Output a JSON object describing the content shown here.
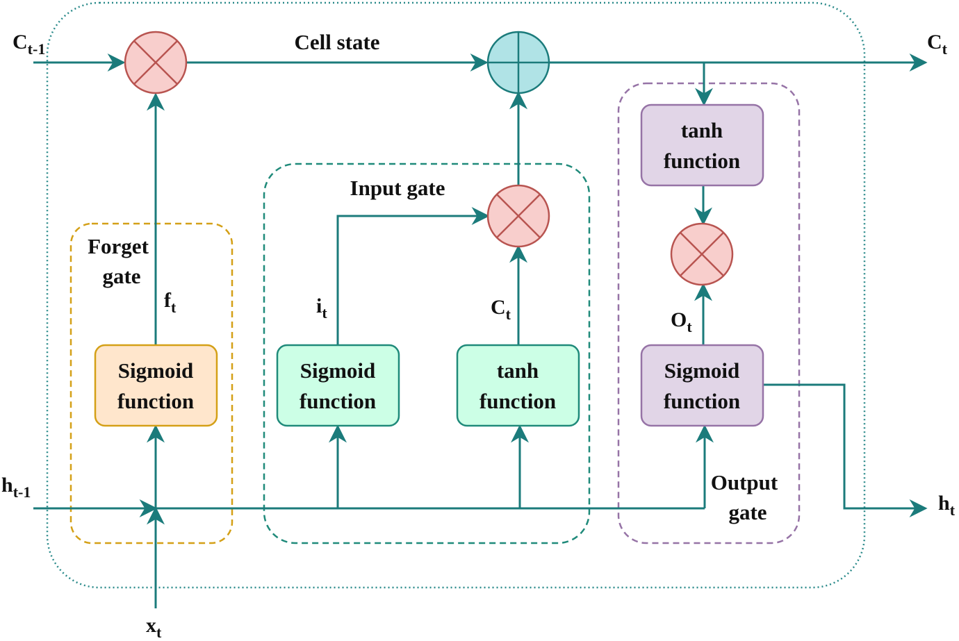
{
  "labels": {
    "cell_state": "Cell state",
    "c_prev": {
      "base": "C",
      "sub": "t-1"
    },
    "c_out": {
      "base": "C",
      "sub": "t"
    },
    "h_prev": {
      "base": "h",
      "sub": "t-1"
    },
    "h_out": {
      "base": "h",
      "sub": "t"
    },
    "x_in": {
      "base": "x",
      "sub": "t"
    },
    "f_t": {
      "base": "f",
      "sub": "t"
    },
    "i_t": {
      "base": "i",
      "sub": "t"
    },
    "c_t": {
      "base": "C",
      "sub": "t"
    },
    "o_t": {
      "base": "O",
      "sub": "t"
    }
  },
  "gates": {
    "forget": {
      "title_line1": "Forget",
      "title_line2": "gate"
    },
    "input": {
      "title": "Input gate"
    },
    "output": {
      "title_line1": "Output",
      "title_line2": "gate"
    }
  },
  "boxes": {
    "forget_sigmoid": {
      "line1": "Sigmoid",
      "line2": "function"
    },
    "input_sigmoid": {
      "line1": "Sigmoid",
      "line2": "function"
    },
    "input_tanh": {
      "line1": "tanh",
      "line2": "function"
    },
    "output_tanh": {
      "line1": "tanh",
      "line2": "function"
    },
    "output_sigmoid": {
      "line1": "Sigmoid",
      "line2": "function"
    }
  },
  "colors": {
    "flow": "#1b7b7b",
    "outer_border": "#2a8a8a",
    "forget_border": "#d4a017",
    "forget_fill": "#ffe6cc",
    "input_border": "#1f8a7a",
    "input_fill": "#ccffe6",
    "output_border": "#9673a6",
    "output_fill": "#e1d5e7",
    "multiply_fill": "#f8cecc",
    "multiply_border": "#b85450",
    "add_fill": "#b0e3e6",
    "add_border": "#1b7b7b"
  },
  "icons": {
    "multiply": "multiply-operator-icon",
    "add": "add-operator-icon"
  }
}
